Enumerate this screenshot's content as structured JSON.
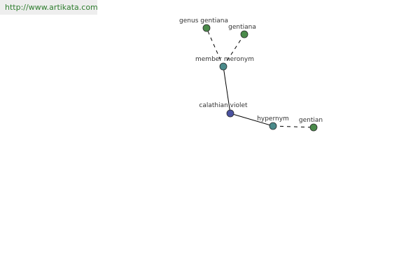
{
  "header": {
    "url": "http://www.artikata.com"
  },
  "graph": {
    "colors": {
      "root": "#4a52a0",
      "relation": "#4a8a8a",
      "term": "#4a8a4a",
      "edge": "#000000"
    },
    "nodes": [
      {
        "id": "calathian-violet",
        "label": "calathian violet",
        "kind": "root"
      },
      {
        "id": "member-meronym",
        "label": "member meronym",
        "kind": "relation"
      },
      {
        "id": "hypernym",
        "label": "hypernym",
        "kind": "relation"
      },
      {
        "id": "genus-gentiana",
        "label": "genus gentiana",
        "kind": "term"
      },
      {
        "id": "gentiana",
        "label": "gentiana",
        "kind": "term"
      },
      {
        "id": "gentian",
        "label": "gentian",
        "kind": "term"
      }
    ],
    "edges": [
      {
        "from": "calathian-violet",
        "to": "member-meronym",
        "style": "solid"
      },
      {
        "from": "calathian-violet",
        "to": "hypernym",
        "style": "solid"
      },
      {
        "from": "member-meronym",
        "to": "genus-gentiana",
        "style": "dashed"
      },
      {
        "from": "member-meronym",
        "to": "gentiana",
        "style": "dashed"
      },
      {
        "from": "hypernym",
        "to": "gentian",
        "style": "dashed"
      }
    ]
  }
}
